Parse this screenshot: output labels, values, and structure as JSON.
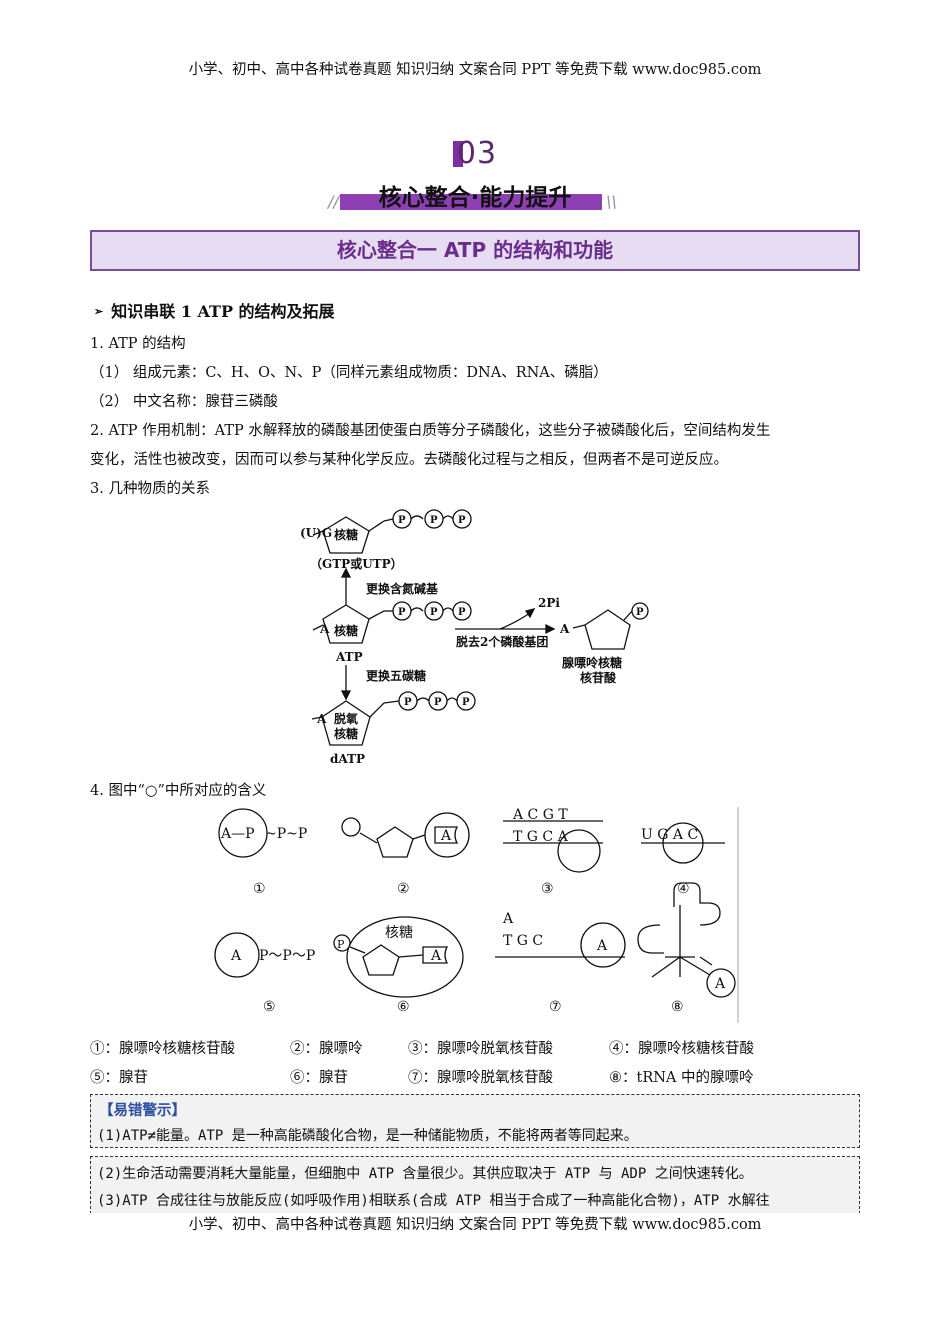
{
  "header": {
    "text": "小学、初中、高中各种试卷真题 知识归纳 文案合同 PPT 等免费下载   www.doc985.com"
  },
  "footer": {
    "text": "小学、初中、高中各种试卷真题 知识归纳 文案合同 PPT 等免费下载   www.doc985.com"
  },
  "banner": {
    "number": "03",
    "title": "核心整合·能力提升",
    "deco_left": "//",
    "deco_right": "\\\\"
  },
  "section_title": "核心整合一 ATP 的结构和功能",
  "heading1": "知识串联 1  ATP 的结构及拓展",
  "items": {
    "i1": "1. ATP 的结构",
    "i1a": "（1）   组成元素：C、H、O、N、P（同样元素组成物质：DNA、RNA、磷脂）",
    "i1b": "（2）   中文名称：腺苷三磷酸",
    "i2a": "2. ATP 作用机制：ATP 水解释放的磷酸基团使蛋白质等分子磷酸化，这些分子被磷酸化后，空间结构发生",
    "i2b": "变化，活性也被改变，因而可以参与某种化学反应。去磷酸化过程与之相反，但两者不是可逆反应。",
    "i3": "3. 几种物质的关系",
    "i4": "4. 图中“○”中所对应的含义"
  },
  "figure1": {
    "top_base": "(U)G",
    "sugar": "核糖",
    "p": "P",
    "top_caption": "（GTP或UTP）",
    "arrow_up_label": "更换含氮碱基",
    "mid_base": "A",
    "mid_caption": "ATP",
    "arrow_right_top": "2Pi",
    "arrow_right_bottom": "脱去2个磷酸基团",
    "right_base": "A",
    "right_caption_1": "腺嘌呤核糖",
    "right_caption_2": "核苷酸",
    "arrow_down_label": "更换五碳糖",
    "bottom_base": "A",
    "bottom_sugar_1": "脱氧",
    "bottom_sugar_2": "核糖",
    "bottom_caption": "dATP"
  },
  "figure2": {
    "f1_text_a": "A—P",
    "f1_text_b": "~P~P",
    "f1_num": "①",
    "f2_base": "A",
    "f2_num": "②",
    "f3_top": "A C G T",
    "f3_bottom": "T G C A",
    "f3_num": "③",
    "f4_text": "U G A C",
    "f4_num": "④",
    "f5_a": "A",
    "f5_rest": "P～P～P",
    "f5_num": "⑤",
    "f6_p": "P",
    "f6_sugar": "核糖",
    "f6_base": "A",
    "f6_num": "⑥",
    "f7_top": "A",
    "f7_bottom": "T     G     C",
    "f7_a": "A",
    "f7_num": "⑦",
    "f8_a": "A",
    "f8_num": "⑧"
  },
  "legend": [
    "①：腺嘌呤核糖核苷酸",
    "②：腺嘌呤",
    "③：腺嘌呤脱氧核苷酸",
    "④：腺嘌呤核糖核苷酸",
    "⑤：腺苷",
    "⑥：腺苷",
    "⑦：腺嘌呤脱氧核苷酸",
    "⑧：tRNA 中的腺嘌呤"
  ],
  "tips": {
    "title": "【易错警示】",
    "t1": "(1)ATP≠能量。ATP 是一种高能磷酸化合物，是一种储能物质，不能将两者等同起来。",
    "t2": "(2)生命活动需要消耗大量能量，但细胞中 ATP 含量很少。其供应取决于 ATP 与 ADP 之间快速转化。",
    "t3": "(3)ATP 合成往往与放能反应(如呼吸作用)相联系(合成 ATP 相当于合成了一种高能化合物)，ATP 水解往"
  }
}
